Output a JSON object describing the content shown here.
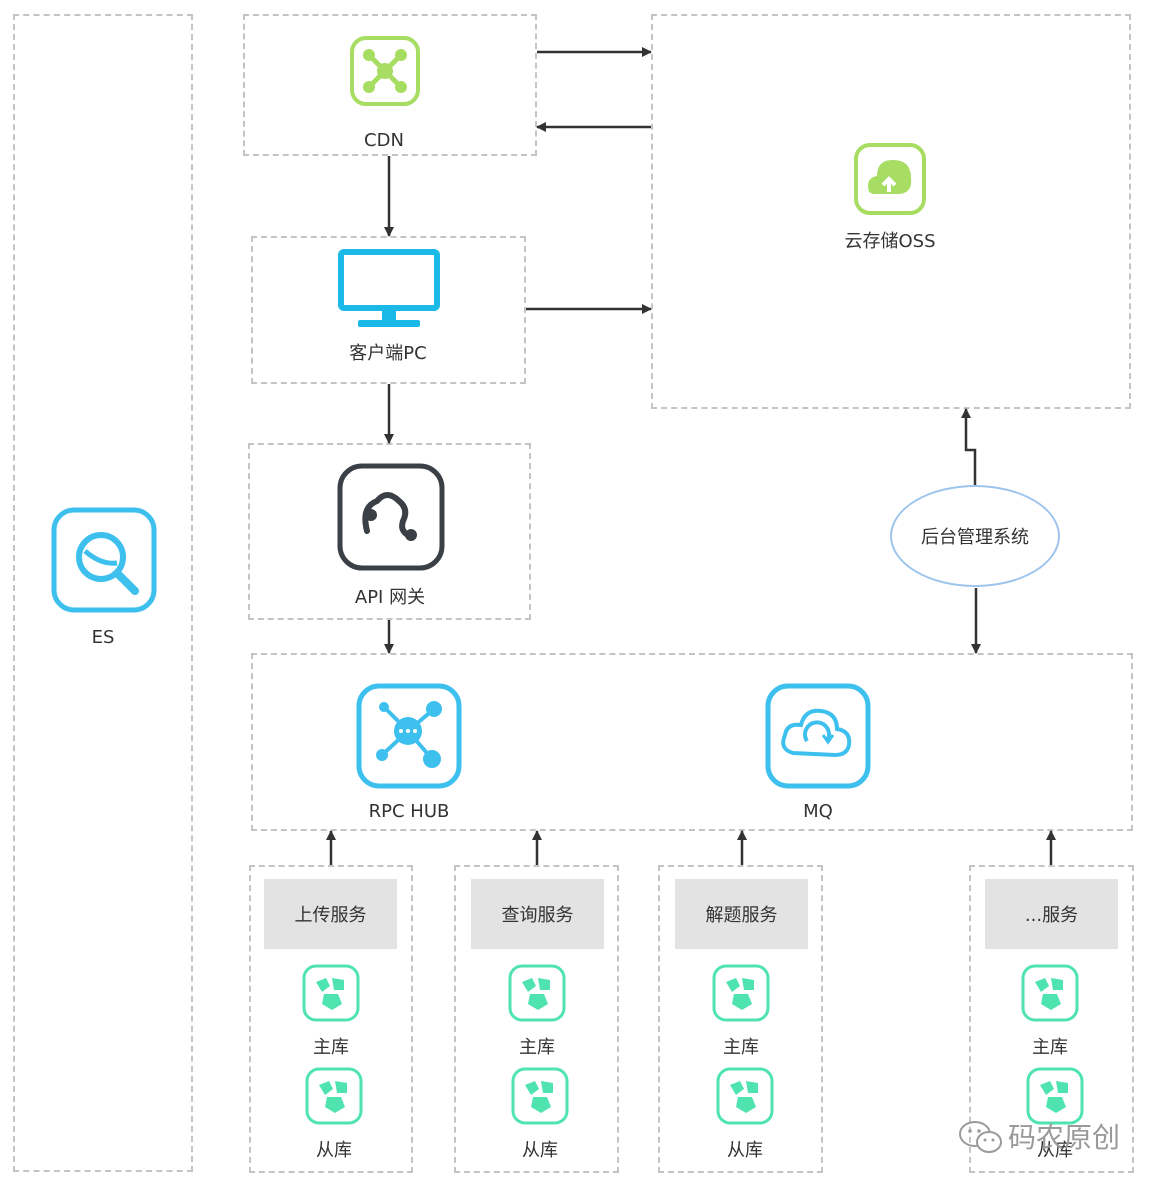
{
  "nodes": {
    "es": "ES",
    "cdn": "CDN",
    "oss": "云存储OSS",
    "client": "客户端PC",
    "gateway": "API 网关",
    "rpc": "RPC HUB",
    "mq": "MQ",
    "admin": "后台管理系统"
  },
  "services": [
    {
      "name": "上传服务",
      "master": "主库",
      "slave": "从库"
    },
    {
      "name": "查询服务",
      "master": "主库",
      "slave": "从库"
    },
    {
      "name": "解题服务",
      "master": "主库",
      "slave": "从库"
    },
    {
      "name": "...服务",
      "master": "主库",
      "slave": "从库"
    }
  ],
  "watermark": "码农原创",
  "colors": {
    "green": "#a7dd63",
    "cyan": "#1ab9e8",
    "blue": "#3ec0ef",
    "dark": "#3b4046",
    "teal": "#4fe3b0",
    "arrow": "#333333"
  }
}
